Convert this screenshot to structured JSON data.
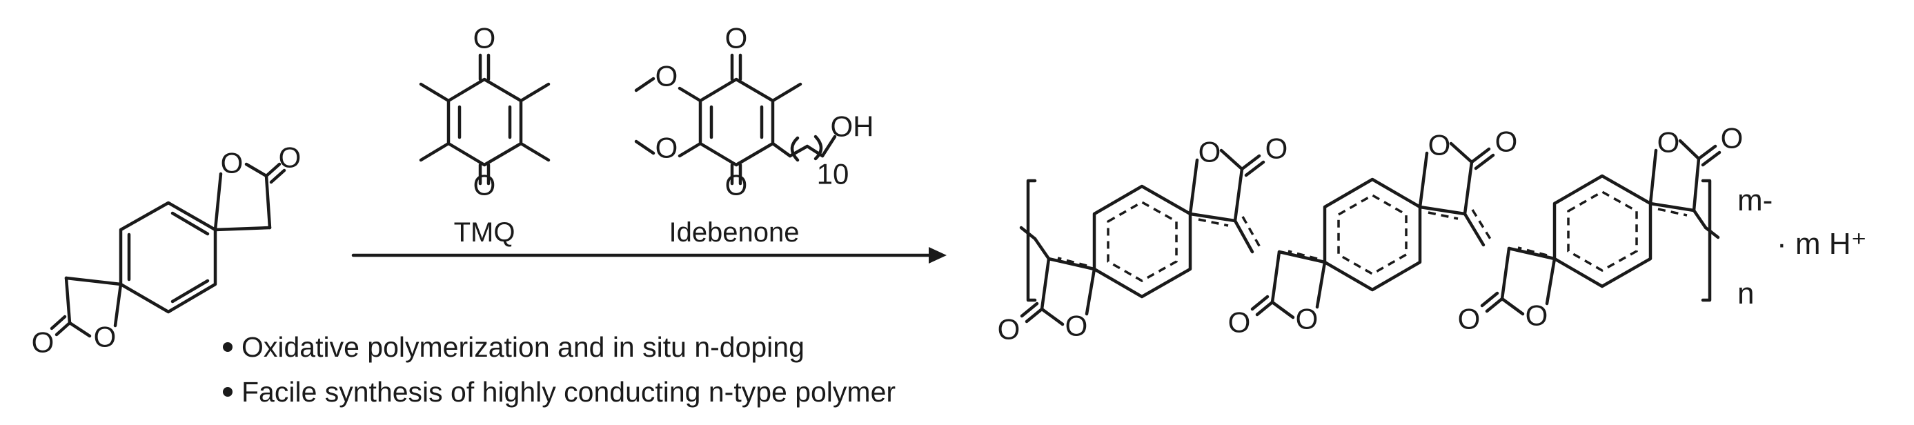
{
  "reagents": {
    "tmq_label": "TMQ",
    "idebenone_label": "Idebenone"
  },
  "atoms": {
    "o": "O",
    "oh": "OH",
    "repeat_subscript": "10"
  },
  "conditions": {
    "bullets": [
      "Oxidative polymerization and in situ n-doping",
      "Facile synthesis of highly conducting n-type polymer"
    ]
  },
  "product": {
    "charge": "m-",
    "counterion": "· m H⁺",
    "repeat_index": "n"
  }
}
